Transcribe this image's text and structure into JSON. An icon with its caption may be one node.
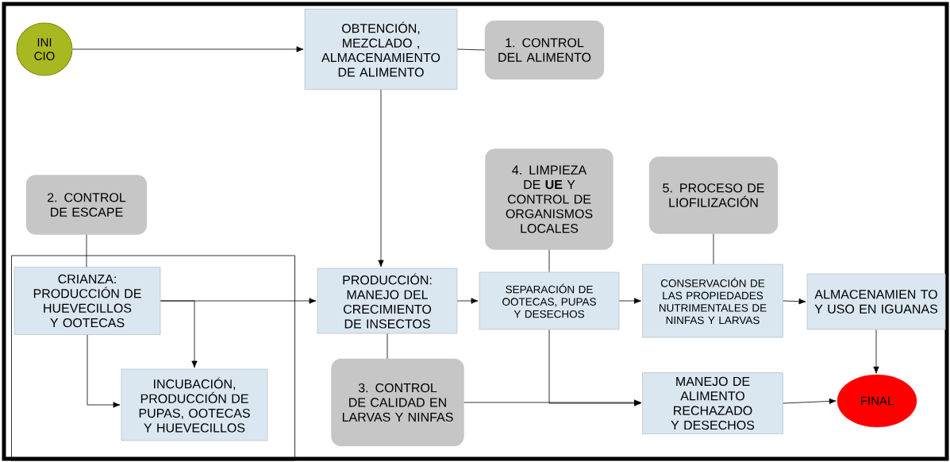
{
  "diagram": {
    "nodes": [
      {
        "text": [
          "INI CIO"
        ]
      },
      {
        "text": [
          "OBTENCIÓN, MEZCLADO , ALMACENAMIENTO DE ALIMENTO"
        ]
      },
      {
        "text": [
          "1. CONTROL DEL ALIMENTO"
        ]
      },
      {
        "text": [
          "2. CONTROL DE ESCAPE"
        ]
      },
      {
        "text": [
          "4. LIMPIEZA DE **UE** Y CONTROL DE ORGANISMOS LOCALES"
        ]
      },
      {
        "text": [
          "5. PROCESO DE LIOFILIZACIÓN"
        ]
      },
      {
        "text": [],
        "shape": "box"
      },
      {
        "text": [
          "CRIANZA: PRODUCCIÓN DE HUEVECILLOS Y OOTECAS"
        ],
        "in": 6
      },
      {
        "text": [
          "PRODUCCIÓN: MANEJO DEL CRECIMIENTO DE INSECTOS"
        ]
      },
      {
        "text": [
          "SEPARACIÓN DE OOTECAS, PUPAS Y DESECHOS"
        ]
      },
      {
        "text": [
          "CONSERVACIÓN DE LAS PROPIEDADES NUTRIMENTALES DE NINFAS Y LARVAS"
        ]
      },
      {
        "text": [
          "ALMACENAMIEN TO Y USO EN IGUANAS"
        ]
      },
      {
        "text": [
          "INCUBACIÓN, PRODUCCIÓN DE PUPAS, OOTECAS Y HUEVECILLOS"
        ],
        "in": 6
      },
      {
        "text": [
          "3. CONTROL DE CALIDAD EN LARVAS Y NINFAS"
        ]
      },
      {
        "text": [
          "MANEJO DE ALIMENTO RECHAZADO Y DESECHOS"
        ]
      },
      {
        "text": [
          "FINAL"
        ]
      }
    ],
    "edges": [
      {
        "from": 0,
        "to": 1,
        "arrow": "to"
      },
      {
        "from": 1,
        "to": 2,
        "arrow": "none"
      },
      {
        "from": 1,
        "to": 8,
        "arrow": "to"
      },
      {
        "from": 3,
        "to": 7,
        "arrow": "none"
      },
      {
        "from": 7,
        "to": 8,
        "arrow": "to"
      },
      {
        "from": 7,
        "to": 12,
        "arrow": "to"
      },
      {
        "from": 7,
        "to": 12,
        "arrow": "to"
      },
      {
        "from": 8,
        "to": 9,
        "arrow": "to"
      },
      {
        "from": 8,
        "to": 13,
        "arrow": "none"
      },
      {
        "from": 4,
        "to": 9,
        "arrow": "none"
      },
      {
        "from": 9,
        "to": 10,
        "arrow": "to"
      },
      {
        "from": 5,
        "to": 10,
        "arrow": "none"
      },
      {
        "from": 10,
        "to": 11,
        "arrow": "to"
      },
      {
        "from": 11,
        "to": 15,
        "arrow": "to"
      },
      {
        "from": 13,
        "to": 14,
        "arrow": "to"
      },
      {
        "from": 9,
        "to": 14,
        "arrow": "to"
      },
      {
        "from": 14,
        "to": 15,
        "arrow": "to"
      }
    ]
  }
}
